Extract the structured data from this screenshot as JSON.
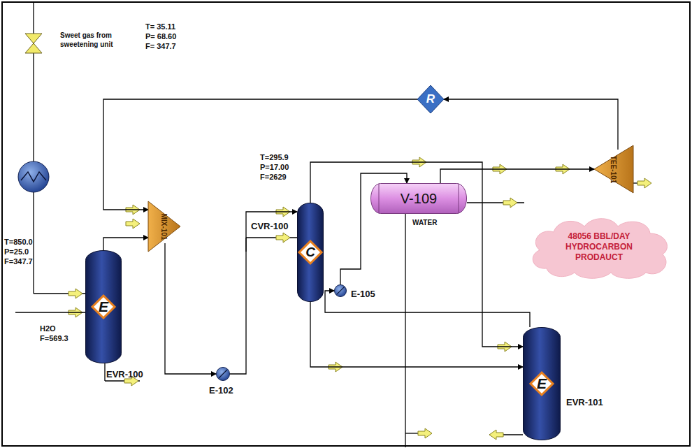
{
  "diagram": {
    "nodes": [
      {
        "text": [
          "R"
        ]
      },
      {
        "text": [
          "E",
          "EVR-100"
        ]
      },
      {
        "text": [
          "MIX-101"
        ]
      },
      {
        "text": [
          "C",
          "CVR-100"
        ]
      },
      {
        "text": [
          "V-109"
        ]
      },
      {
        "text": [
          "TEE-101"
        ]
      },
      {
        "text": [
          "48056 BBL/DAY HYDROCARBON PRODAUCT"
        ]
      },
      {
        "text": [
          "E-105"
        ]
      },
      {
        "text": [
          "E-102"
        ]
      },
      {
        "text": [
          "E",
          "EVR-101"
        ]
      }
    ],
    "edges": [
      {
        "from": 1,
        "to": 2,
        "arrow": "to"
      },
      {
        "from": 0,
        "to": 2,
        "arrow": "to"
      },
      {
        "from": 2,
        "to": 8,
        "arrow": "to"
      },
      {
        "from": 8,
        "to": 3,
        "arrow": "to"
      },
      {
        "from": 3,
        "to": 9,
        "arrow": "to"
      },
      {
        "from": 3,
        "to": 9,
        "arrow": "to"
      },
      {
        "from": 9,
        "to": 7,
        "arrow": "to"
      },
      {
        "from": 7,
        "to": 4,
        "arrow": "to"
      },
      {
        "from": 4,
        "to": 5,
        "arrow": "to"
      },
      {
        "from": 5,
        "to": 0,
        "arrow": "to"
      }
    ],
    "labels": [
      "Sweet gas from sweetening unit",
      "T= 35.11",
      "P= 68.60",
      "F= 347.7",
      "T=850.0",
      "P=25.0",
      "F=347.7",
      "H2O",
      "F=569.3",
      "T=295.9",
      "P=17.00",
      "F=2629",
      "WATER"
    ]
  }
}
